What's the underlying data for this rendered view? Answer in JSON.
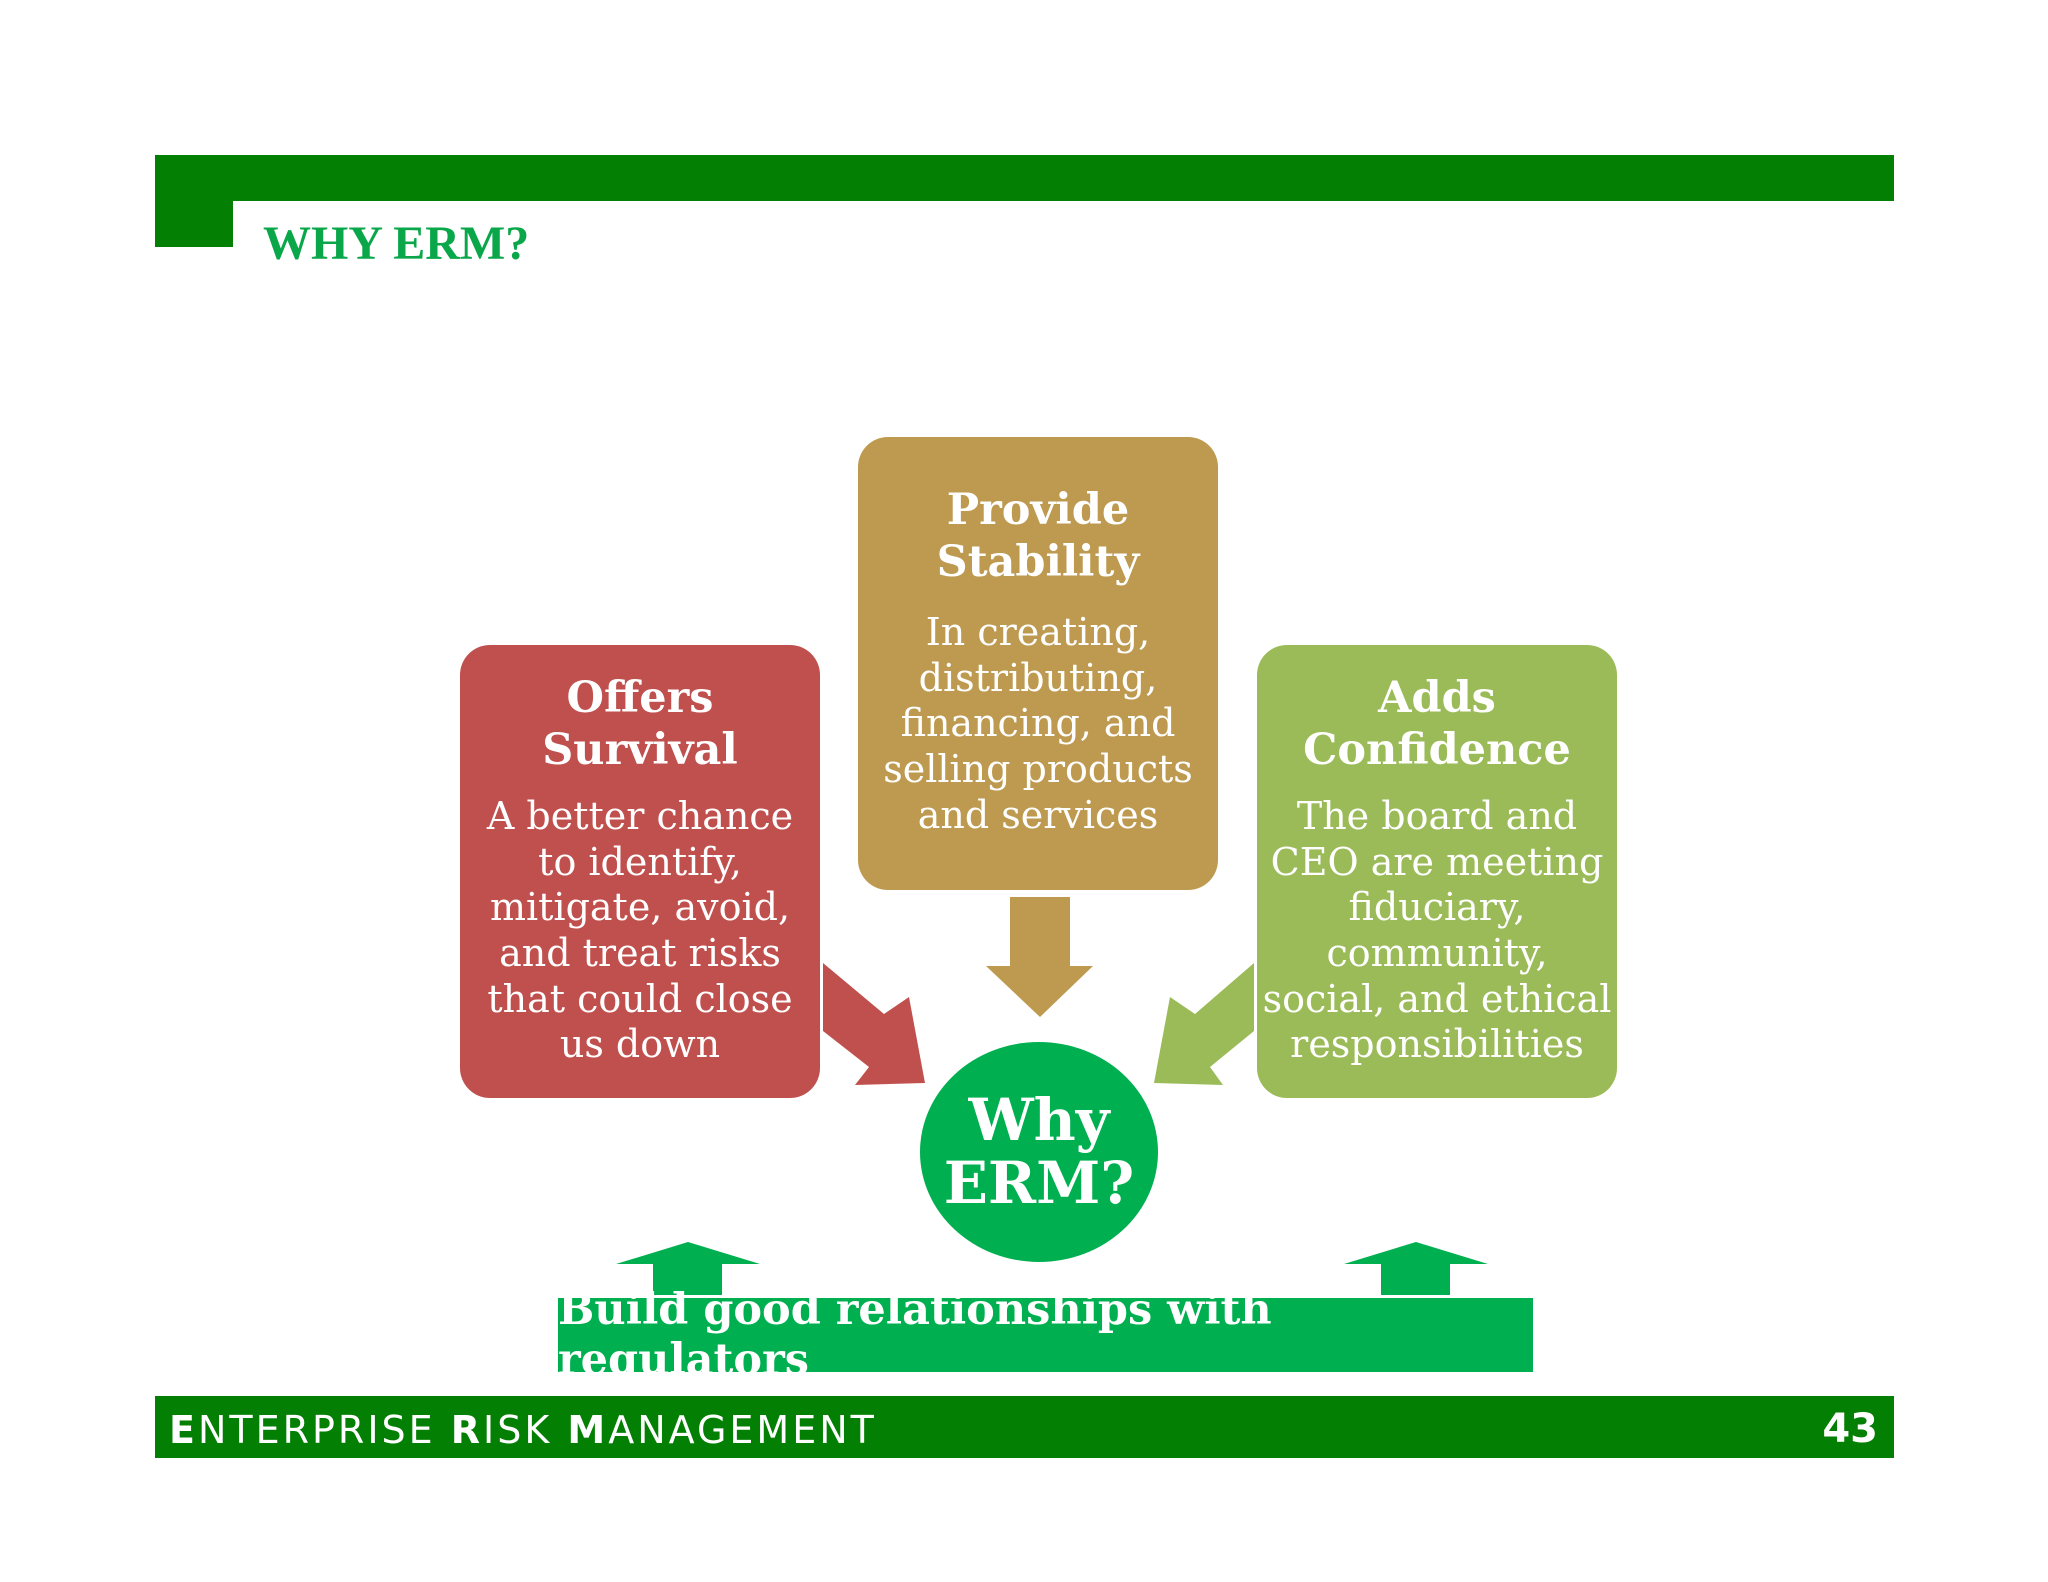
{
  "title": "WHY ERM?",
  "center": {
    "line1": "Why",
    "line2": "ERM?"
  },
  "boxes": [
    {
      "title_line1": "Offers",
      "title_line2": "Survival",
      "body": [
        "A better chance",
        "to identify,",
        "mitigate, avoid,",
        "and treat risks",
        "that could close",
        "us down"
      ],
      "color": "#c0504d"
    },
    {
      "title_line1": "Provide",
      "title_line2": "Stability",
      "body": [
        "In creating,",
        "distributing,",
        "financing, and",
        "selling products",
        "and services"
      ],
      "color": "#bd9a50"
    },
    {
      "title_line1": "Adds",
      "title_line2": "Confidence",
      "body": [
        "The board and",
        "CEO are meeting",
        "fiduciary,",
        "community,",
        "social, and ethical",
        "responsibilities"
      ],
      "color": "#9bbb59"
    }
  ],
  "bottom_banner": "Build good relationships with regulators",
  "footer": {
    "word1_initial": "E",
    "word1_rest": "NTERPRISE",
    "word2_initial": "R",
    "word2_rest": "ISK",
    "word3_initial": "M",
    "word3_rest": "ANAGEMENT",
    "page_number": "43"
  },
  "colors": {
    "brand_green": "#037f03",
    "accent_green": "#00b050",
    "title_green": "#0aa74a"
  }
}
